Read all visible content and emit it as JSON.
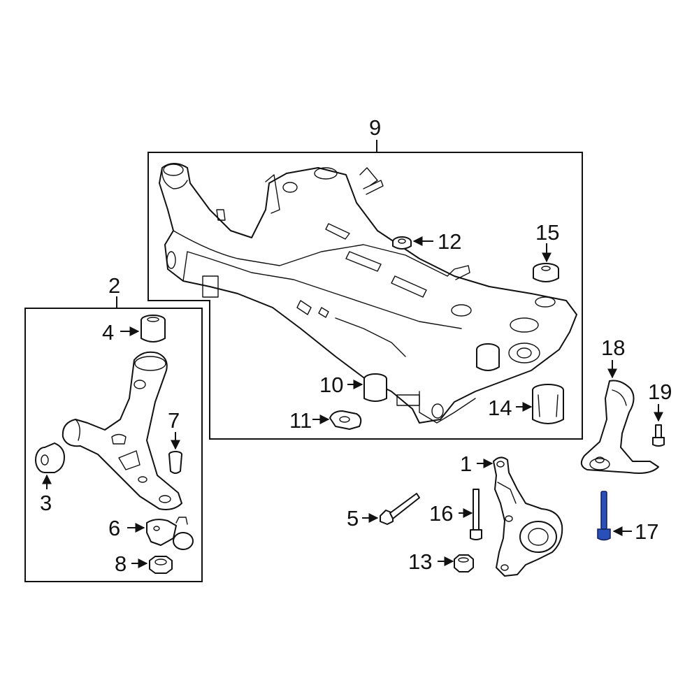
{
  "diagram": {
    "callouts": {
      "c1": "1",
      "c2": "2",
      "c3": "3",
      "c4": "4",
      "c5": "5",
      "c6": "6",
      "c7": "7",
      "c8": "8",
      "c9": "9",
      "c10": "10",
      "c11": "11",
      "c12": "12",
      "c13": "13",
      "c14": "14",
      "c15": "15",
      "c16": "16",
      "c17": "17",
      "c18": "18",
      "c19": "19"
    },
    "highlight_color": "#2b4fb8",
    "highlighted_part": "17"
  }
}
